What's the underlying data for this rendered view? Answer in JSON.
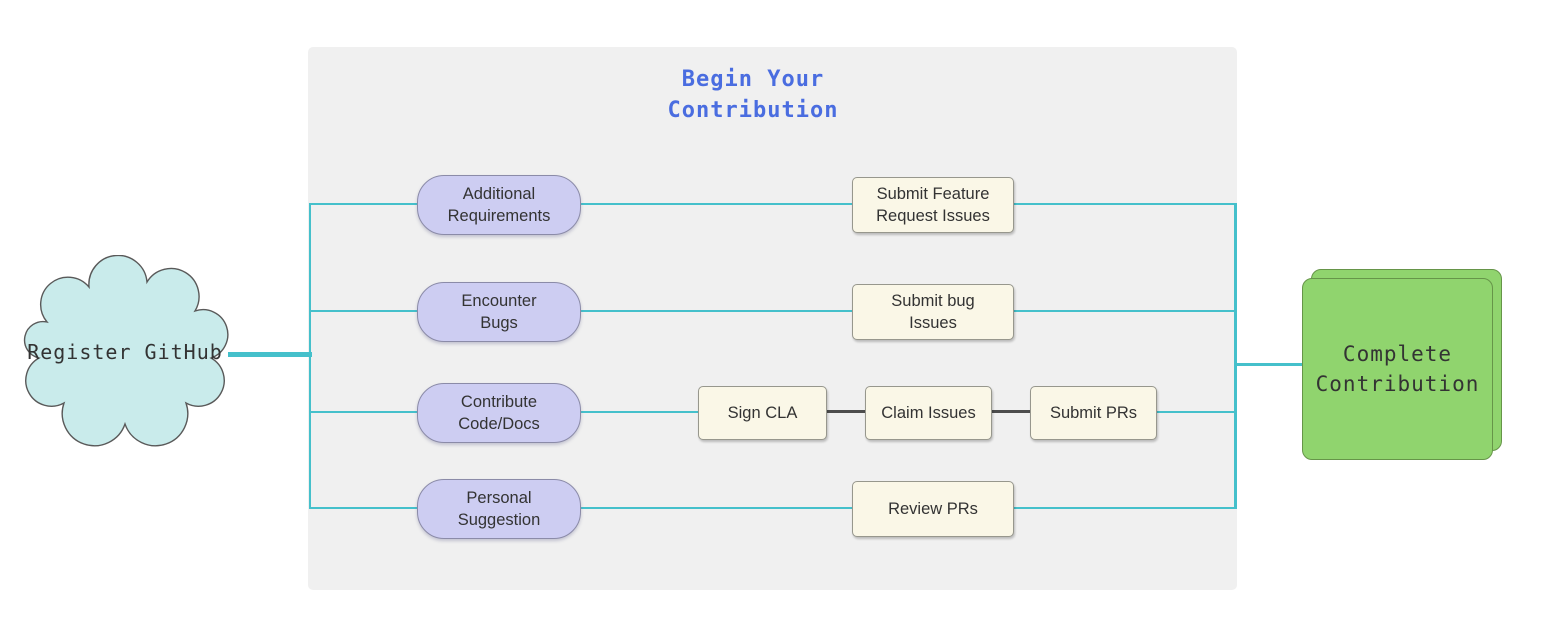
{
  "start": {
    "label": "Register GitHub"
  },
  "panel": {
    "title": "Begin Your\nContribution"
  },
  "rows": [
    {
      "source": "Additional\nRequirements",
      "steps": [
        "Submit Feature\nRequest Issues"
      ]
    },
    {
      "source": "Encounter\nBugs",
      "steps": [
        "Submit bug\nIssues"
      ]
    },
    {
      "source": "Contribute\nCode/Docs",
      "steps": [
        "Sign CLA",
        "Claim Issues",
        "Submit PRs"
      ]
    },
    {
      "source": "Personal\nSuggestion",
      "steps": [
        "Review PRs"
      ]
    }
  ],
  "end": {
    "label": "Complete\nContribution"
  },
  "colors": {
    "teal": "#45c0cb",
    "dark-line": "#4d4d4d",
    "panel": "#f0f0f0",
    "blue": "#4a6de0",
    "ink": "#333333",
    "lavender": "#cdcdf2",
    "lavender-border": "#8b8ba8",
    "cream": "#faf7e7",
    "cream-border": "#97978d",
    "green": "#90d46e",
    "green-border": "#669549",
    "cloud": "#c9ebeb",
    "cloud-border": "#595959"
  }
}
